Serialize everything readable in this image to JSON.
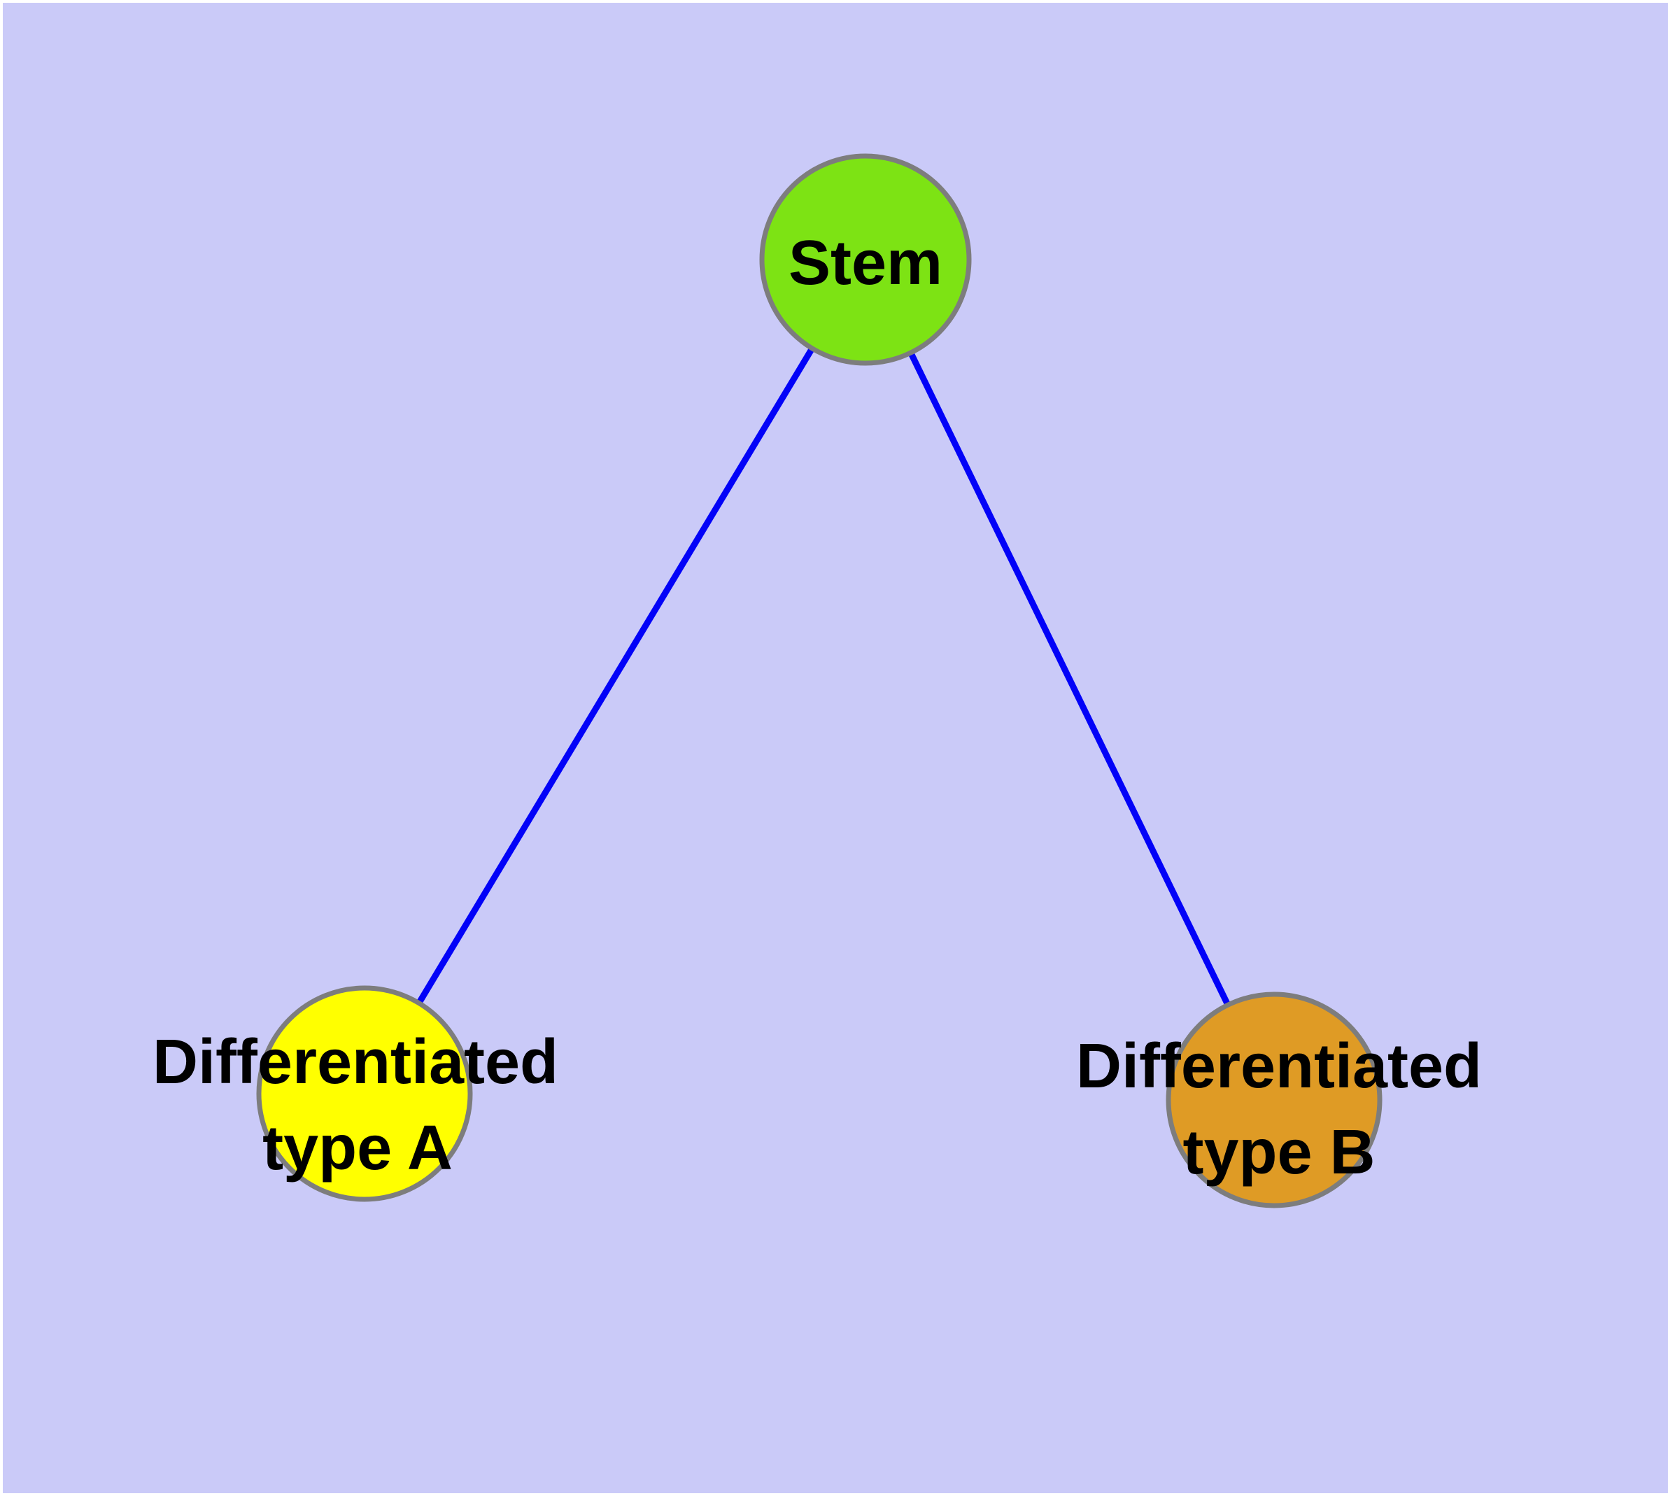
{
  "diagram": {
    "type": "node-link-graph",
    "background_color": "#cacaf8",
    "page_border_color": "#ffffff",
    "edge_color": "#0202f8",
    "node_border_color": "#7d7d7d",
    "text_color": "#000000",
    "nodes": [
      {
        "id": "stem",
        "label": "Stem",
        "color": "#7de314"
      },
      {
        "id": "differentiated-type-a",
        "label_line1": "Differentiated",
        "label_line2": "type A",
        "color": "#ffff00"
      },
      {
        "id": "differentiated-type-b",
        "label_line1": "Differentiated",
        "label_line2": "type B",
        "color": "#df9b25"
      }
    ],
    "edges": [
      {
        "from": "Stem",
        "to": "Differentiated type A"
      },
      {
        "from": "Stem",
        "to": "Differentiated type B"
      }
    ]
  }
}
